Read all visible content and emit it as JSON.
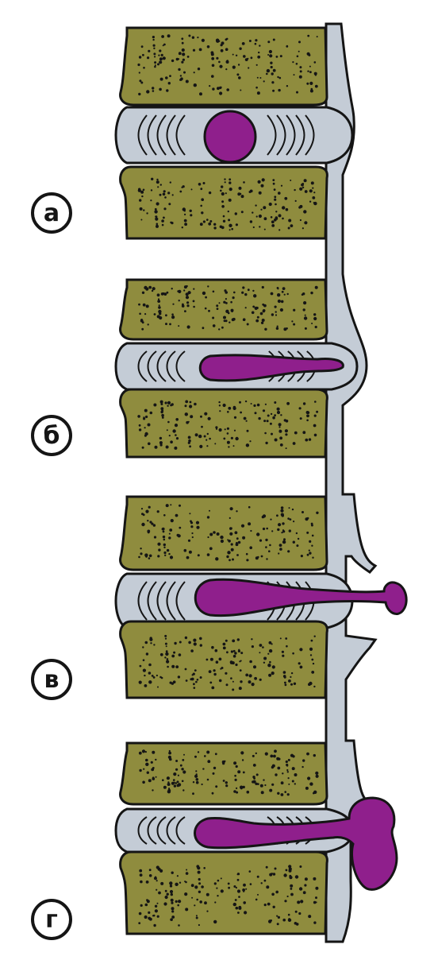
{
  "stages": [
    {
      "id": "a",
      "label": "а",
      "stage": "normal"
    },
    {
      "id": "b",
      "label": "б",
      "stage": "protrusion"
    },
    {
      "id": "c",
      "label": "в",
      "stage": "extrusion"
    },
    {
      "id": "d",
      "label": "г",
      "stage": "sequestration"
    }
  ],
  "colors": {
    "vertebra": "#8f8c3e",
    "disc": "#c4ccd6",
    "ligament": "#c4ccd6",
    "nucleus": "#8f1f8c",
    "outline": "#151515",
    "dots": "#151515",
    "label_bg": "#ffffff"
  }
}
